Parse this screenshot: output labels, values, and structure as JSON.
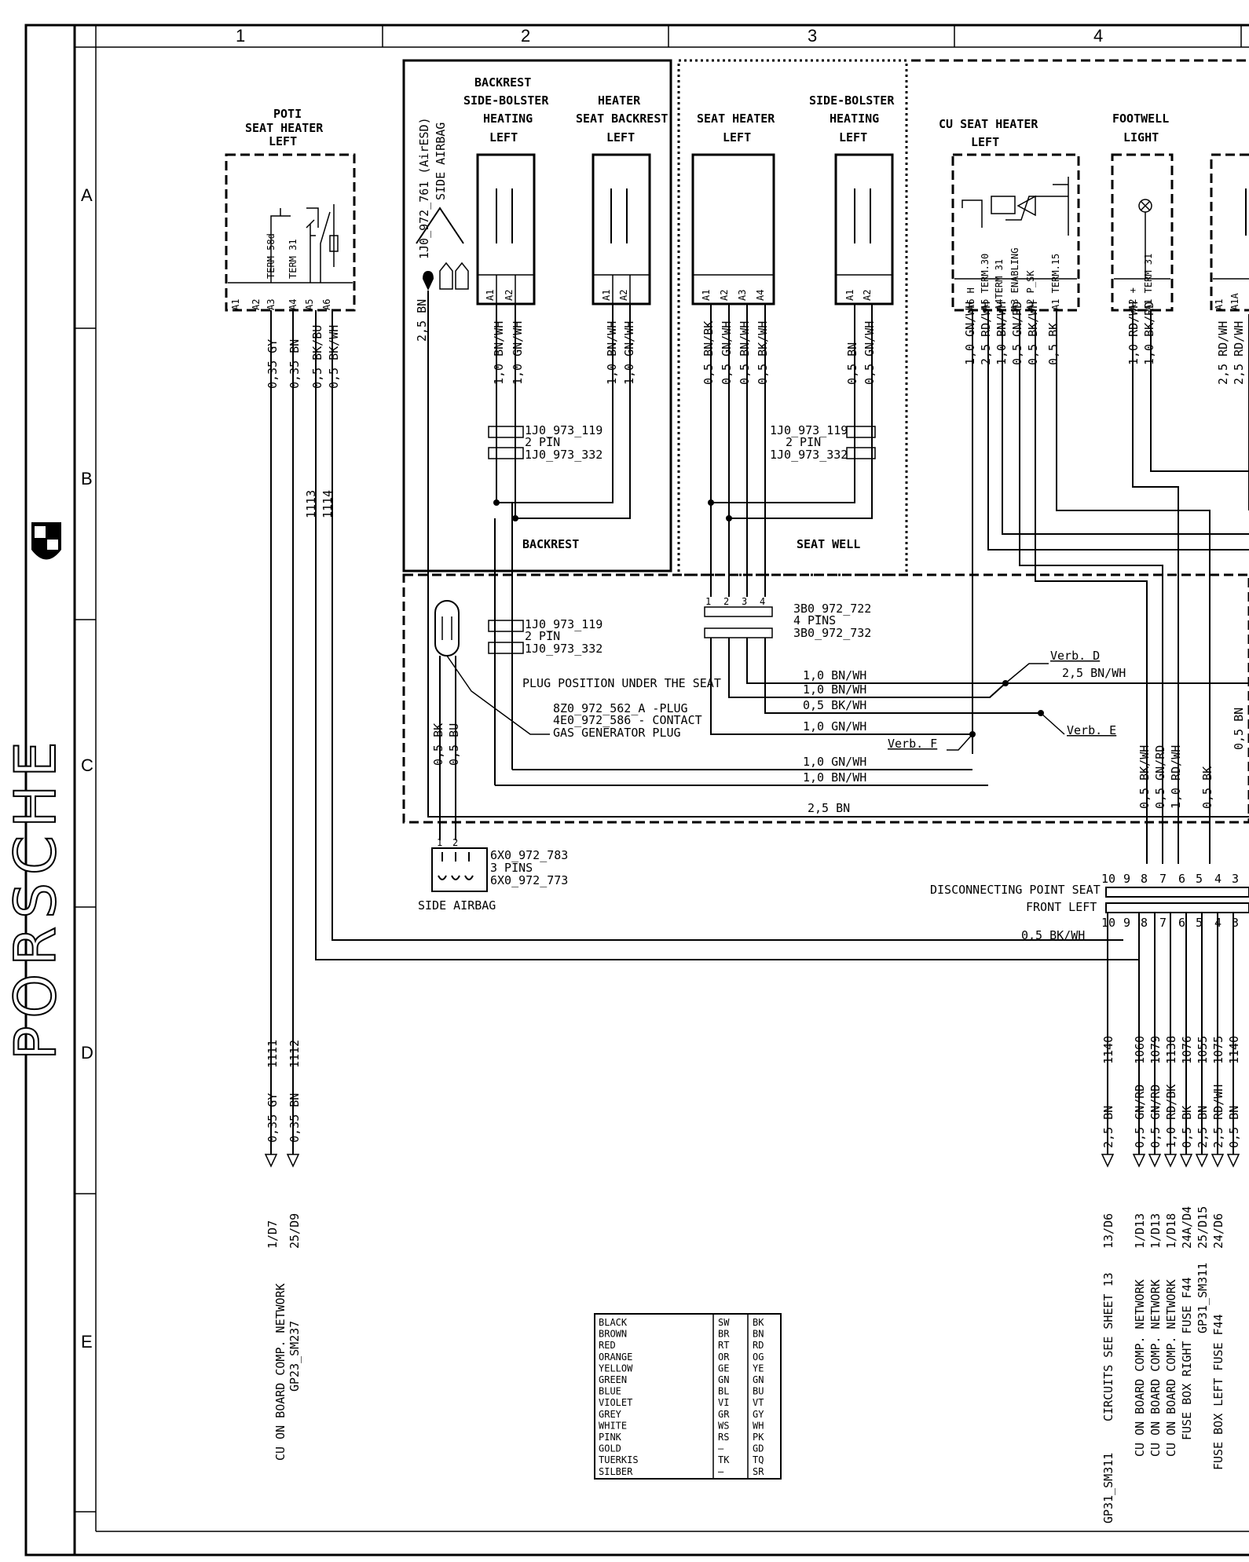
{
  "frame": {
    "columns": [
      "1",
      "2",
      "3",
      "4"
    ],
    "rows": [
      "A",
      "B",
      "C",
      "D",
      "E"
    ],
    "brand": "PORSCHE"
  },
  "components": {
    "poti": {
      "title1": "POTI",
      "title2": "SEAT HEATER",
      "title3": "LEFT",
      "pins": [
        "A1",
        "A2",
        "A3",
        "TERM 58d",
        "A4",
        "TERM 31",
        "A5",
        "A6"
      ],
      "wires": [
        "0,35 GY",
        "0,35 BN",
        "0,5 BK/BU",
        "0,5 BK/WH"
      ],
      "nums": [
        "1113",
        "1114"
      ]
    },
    "airbag_top": {
      "part": "1J0_972_761 (AirESD)",
      "label": "SIDE AIRBAG",
      "wire": "2,5 BN"
    },
    "backrest_heater": {
      "t1": "BACKREST",
      "t2": "SIDE-BOLSTER",
      "t3": "HEATING",
      "t4": "LEFT",
      "pins": [
        "A1",
        "A2"
      ],
      "wires": [
        "1,0 BN/WH",
        "1,0 GN/WH"
      ]
    },
    "heater_backrest": {
      "t1": "HEATER",
      "t2": "SEAT BACKREST",
      "t3": "LEFT",
      "pins": [
        "A1",
        "A2"
      ],
      "wires": [
        "1,0 BN/WH",
        "1,0 GN/WH"
      ]
    },
    "seat_heater": {
      "t1": "SEAT HEATER",
      "t2": "LEFT",
      "pins": [
        "A1",
        "A2",
        "A3",
        "A4"
      ],
      "wires": [
        "0,5 BN/BK",
        "0,5 GN/WH",
        "0,5 BN/WH",
        "0,5 BK/WH"
      ]
    },
    "side_bolster": {
      "t1": "SIDE-BOLSTER",
      "t2": "HEATING",
      "t3": "LEFT",
      "pins": [
        "A1",
        "A2"
      ],
      "wires": [
        "0,5 BN",
        "0,5 GN/WH"
      ]
    },
    "cu_seat_heater": {
      "t1": "CU SEAT HEATER",
      "t2": "LEFT",
      "pins": [
        "A6 H",
        "A5 TERM.30",
        "A4TERM 31",
        "A3 ENABLING",
        "A2 P_SK",
        "A1 TERM.15"
      ],
      "wires": [
        "1,0 GN/WH",
        "2,5 RD/WH",
        "1,0 BN/WH",
        "0,5 GN/RD",
        "0,5 BK/WH",
        "0,5 BK"
      ]
    },
    "footwell": {
      "t1": "FOOTWELL",
      "t2": "LIGHT",
      "pins": [
        "A2 +",
        "A1 TERM 31"
      ],
      "wires": [
        "1,0 RD/WH",
        "1,0 BK/RD"
      ]
    },
    "next_comp": {
      "pins": [
        "A1",
        "A1A"
      ],
      "wires": [
        "2,5 RD/WH",
        "2,5 RD/WH"
      ]
    },
    "conn_upper": {
      "p1": "1J0_973_119",
      "p2": "2 PIN",
      "p3": "1J0_973_332"
    },
    "conn_mid": {
      "p1": "1J0_973_119",
      "p2": "2 PIN",
      "p3": "1J0_973_332"
    },
    "conn_lower": {
      "p1": "1J0_973_119",
      "p2": "2 PIN",
      "p3": "1J0_973_332"
    },
    "conn_4pin": {
      "p1": "3B0_972_722",
      "p2": "4 PINS",
      "p3": "3B0_972_732",
      "pins": [
        "1",
        "2",
        "3",
        "4"
      ]
    },
    "backrest_label": "BACKREST",
    "seatwell_label": "SEAT WELL",
    "plug_position": "PLUG POSITION UNDER THE SEAT",
    "gas_plug": {
      "l1": "8Z0_972_562_A -PLUG",
      "l2": "4E0_972_586 - CONTACT",
      "l3": "GAS GENERATOR PLUG"
    },
    "lower_wires": [
      "1,0 BN/WH",
      "1,0 BN/WH",
      "0,5 BK/WH",
      "1,0 GN/WH",
      "1,0 GN/WH",
      "1,0 BN/WH",
      "2,5 BN"
    ],
    "verb_d": {
      "label": "Verb. D",
      "wire": "2,5 BN/WH"
    },
    "verb_e": "Verb. E",
    "verb_f": "Verb. F",
    "airbag_wires": [
      "0,5 BK",
      "0,5 BU"
    ],
    "side_airbag_conn": {
      "p1": "6X0_972_783",
      "p2": "3 PINS",
      "p3": "6X0_972_773",
      "label": "SIDE AIRBAG",
      "pins": [
        "1",
        "2"
      ]
    },
    "right_vert_wires": [
      "0,5 BK/WH",
      "0,5 GN/RD",
      "1,0 RD/WH",
      "0,5 BK",
      "0,5 BN"
    ],
    "disconnect": {
      "l1": "DISCONNECTING POINT SEAT",
      "l2": "FRONT LEFT",
      "pins_top": [
        "10",
        "9",
        "8",
        "7",
        "6",
        "5",
        "4",
        "3"
      ],
      "pins_bot": [
        "10",
        "9",
        "8",
        "7",
        "6",
        "5",
        "4",
        "3"
      ],
      "wire": "0,5 BK/WH"
    }
  },
  "bottom_left": {
    "wire_nums": [
      "1111",
      "1112"
    ],
    "wires": [
      "0,35 GY",
      "0,35 BN"
    ],
    "refs": [
      "1/D7",
      "25/D9"
    ],
    "dest1": "CU ON BOARD COMP. NETWORK",
    "dest2": "GP23_SM237"
  },
  "bottom_right": {
    "wire_nums": [
      "1140",
      "1060",
      "1079",
      "1138",
      "1076",
      "1055",
      "1075",
      "1140"
    ],
    "wires": [
      "2,5 BN",
      "0,5 GN/RD",
      "0,5 GN/RD",
      "1,0 RD/BK",
      "0,5 BK",
      "2,5 BN",
      "2,5 RD/WH",
      "0,5 BN"
    ],
    "refs": [
      "13/D6",
      "1/D13",
      "1/D13",
      "1/D18",
      "24A/D4",
      "25/D15",
      "24/D6"
    ],
    "dests": [
      "CIRCUITS   SEE SHEET 13",
      "CU ON BOARD COMP. NETWORK",
      "CU ON BOARD COMP. NETWORK",
      "CU ON BOARD COMP. NETWORK",
      "FUSE BOX RIGHT FUSE F44",
      "GP31_SM311",
      "FUSE BOX  LEFT FUSE F44"
    ],
    "sheet": "GP31_SM311"
  },
  "legend": {
    "rows": [
      [
        "BLACK",
        "SW",
        "BK"
      ],
      [
        "BROWN",
        "BR",
        "BN"
      ],
      [
        "RED",
        "RT",
        "RD"
      ],
      [
        "ORANGE",
        "OR",
        "OG"
      ],
      [
        "YELLOW",
        "GE",
        "YE"
      ],
      [
        "GREEN",
        "GN",
        "GN"
      ],
      [
        "BLUE",
        "BL",
        "BU"
      ],
      [
        "VIOLET",
        "VI",
        "VT"
      ],
      [
        "GREY",
        "GR",
        "GY"
      ],
      [
        "WHITE",
        "WS",
        "WH"
      ],
      [
        "PINK",
        "RS",
        "PK"
      ],
      [
        "GOLD",
        "—",
        "GD"
      ],
      [
        "TUERKIS",
        "TK",
        "TQ"
      ],
      [
        "SILBER",
        "—",
        "SR"
      ]
    ]
  }
}
